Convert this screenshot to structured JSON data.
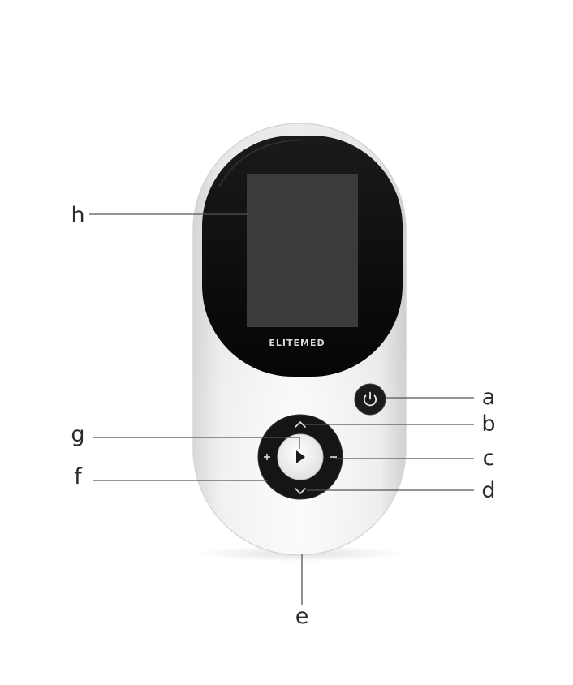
{
  "device": {
    "brand_logo": "ELITEMED",
    "power_icon": "power-icon",
    "up_icon": "chevron-up-icon",
    "down_icon": "chevron-down-icon",
    "plus_icon": "plus-icon",
    "minus_icon": "minus-icon",
    "play_icon": "play-icon",
    "body_color": "#f2f2f2",
    "screen_color": "#3d3a3a",
    "bezel_color": "#0d0d0d",
    "line_color": "#555555"
  },
  "callouts": [
    {
      "id": "a",
      "label": "a"
    },
    {
      "id": "b",
      "label": "b"
    },
    {
      "id": "c",
      "label": "c"
    },
    {
      "id": "d",
      "label": "d"
    },
    {
      "id": "e",
      "label": "e"
    },
    {
      "id": "f",
      "label": "f"
    },
    {
      "id": "g",
      "label": "g"
    },
    {
      "id": "h",
      "label": "h"
    }
  ]
}
